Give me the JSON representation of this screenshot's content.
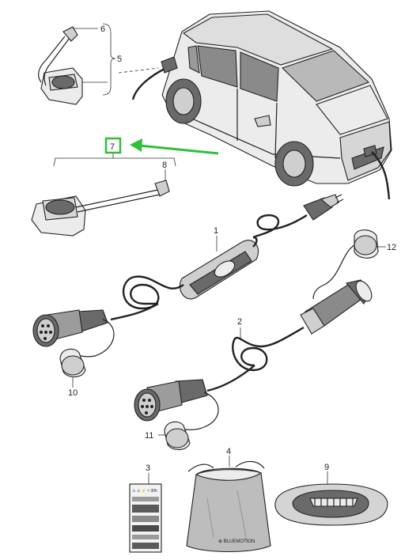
{
  "callouts": {
    "c1": "1",
    "c2": "2",
    "c3": "3",
    "c4": "4",
    "c5": "5",
    "c6": "6",
    "c7": "7",
    "c8": "8",
    "c9": "9",
    "c10": "10",
    "c11": "11",
    "c12": "12"
  },
  "labels": {
    "bag_print": "⊕ BLUEMOTION",
    "card_row1": "⚠ ⚠ ⚡ ≈ 30h"
  },
  "colors": {
    "highlight": "#2fbf3a",
    "line": "#222222",
    "fill_light": "#ececec",
    "fill_mid": "#cfcfcf",
    "fill_dark": "#6a6a6a"
  },
  "icons": {
    "highlight_arrow": "arrow-left-icon",
    "highlight_box": "highlight-frame-icon"
  }
}
